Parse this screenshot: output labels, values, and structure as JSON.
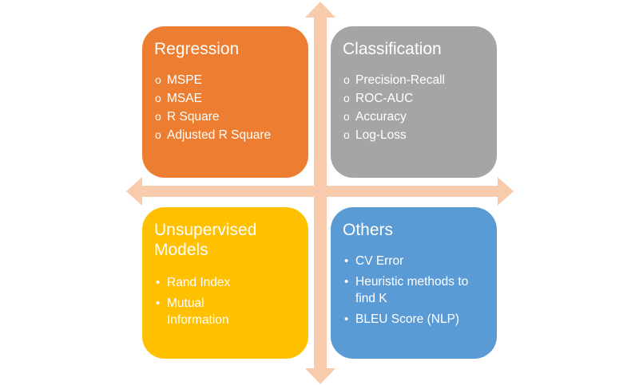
{
  "colors": {
    "axis": "#f8cbad",
    "regression": "#ed7d31",
    "classification": "#a5a5a5",
    "unsupervised": "#ffc000",
    "others": "#5b9bd5",
    "text": "#ffffff"
  },
  "quadrants": {
    "regression": {
      "title": "Regression",
      "items": [
        "MSPE",
        "MSAE",
        "R Square",
        "Adjusted R Square"
      ]
    },
    "classification": {
      "title": "Classification",
      "items": [
        "Precision-Recall",
        "ROC-AUC",
        "Accuracy",
        "Log-Loss"
      ]
    },
    "unsupervised": {
      "title": "Unsupervised Models",
      "items": [
        "Rand Index",
        "Mutual Information"
      ]
    },
    "others": {
      "title": "Others",
      "items": [
        "CV Error",
        "Heuristic methods to find K",
        "BLEU Score (NLP)"
      ]
    }
  }
}
